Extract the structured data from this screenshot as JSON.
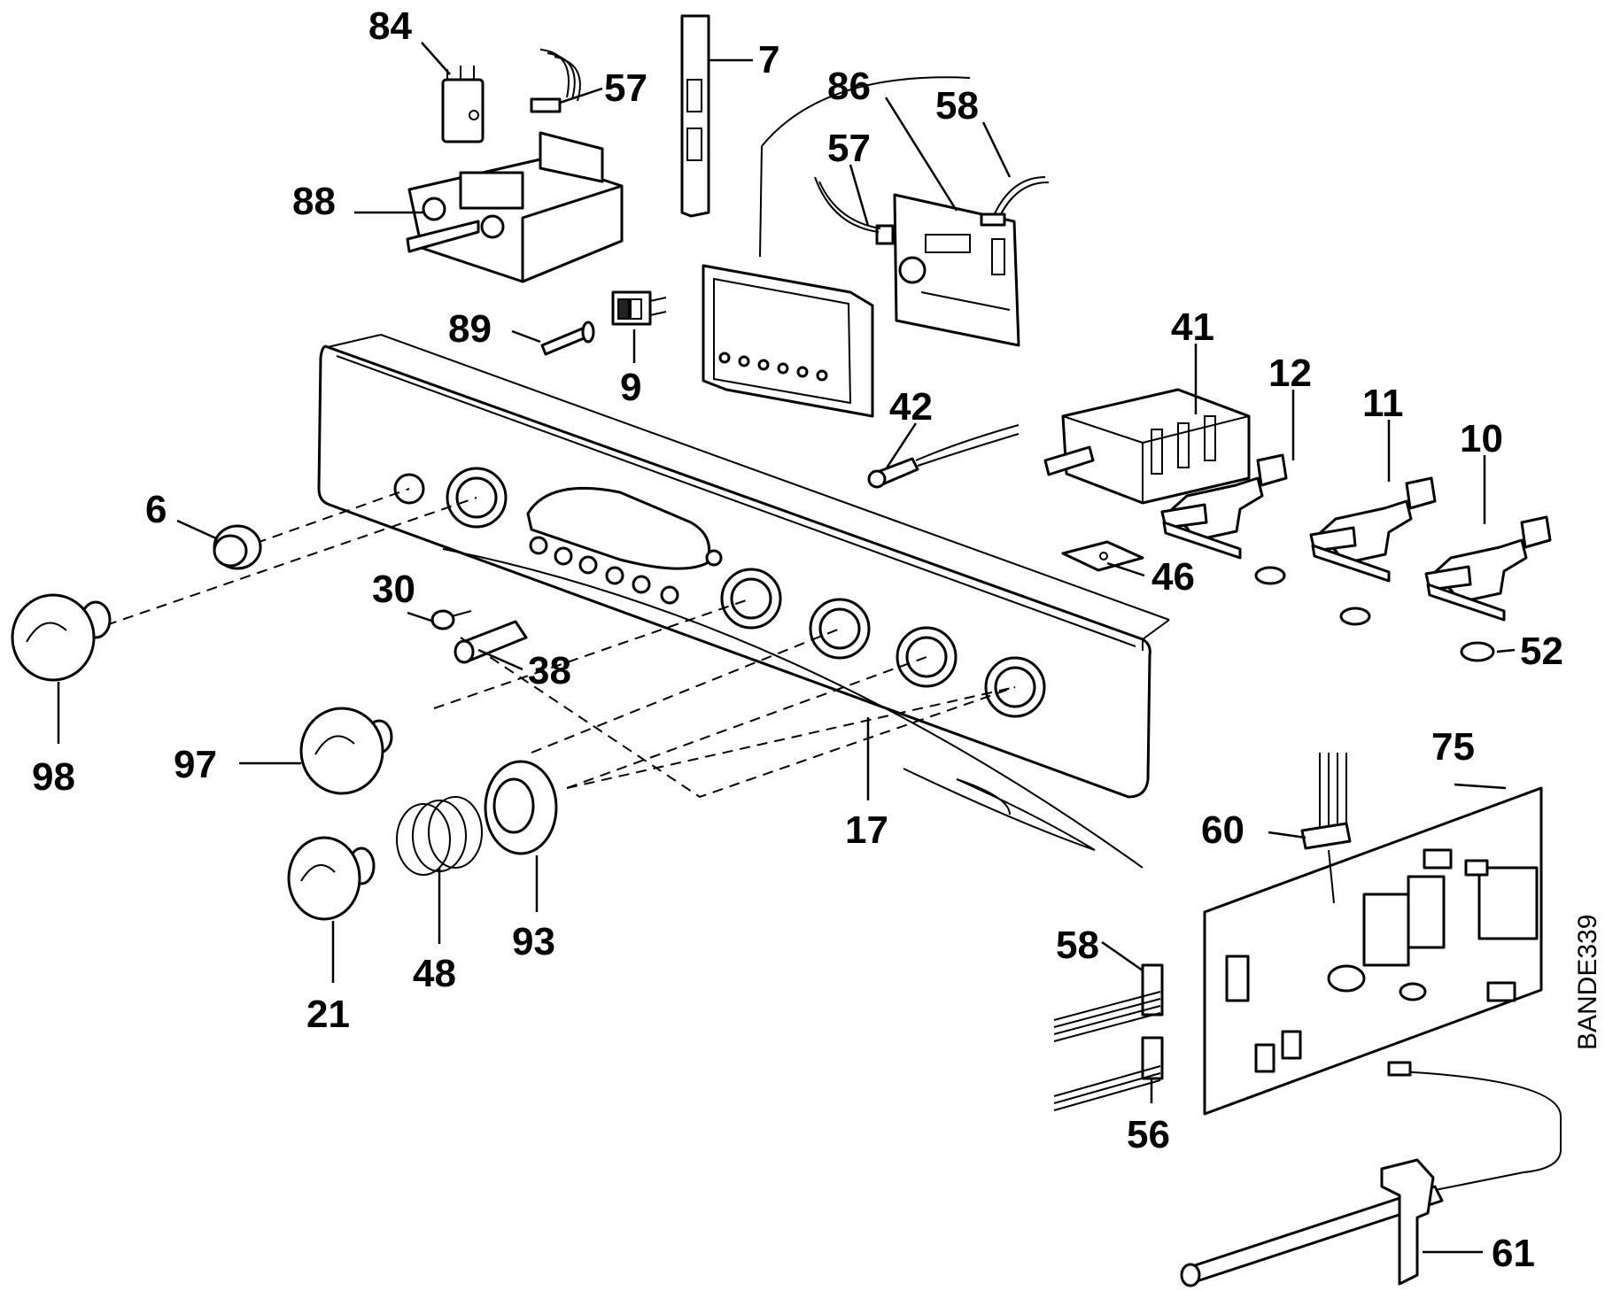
{
  "diagram": {
    "code": "BANDE339",
    "labels": {
      "l84": "84",
      "l57a": "57",
      "l7": "7",
      "l86": "86",
      "l58a": "58",
      "l57b": "57",
      "l88": "88",
      "l89": "89",
      "l9": "9",
      "l41": "41",
      "l12": "12",
      "l11": "11",
      "l10": "10",
      "l42": "42",
      "l6": "6",
      "l46": "46",
      "l30": "30",
      "l52": "52",
      "l38": "38",
      "l98": "98",
      "l75": "75",
      "l97": "97",
      "l17": "17",
      "l60": "60",
      "l93": "93",
      "l48": "48",
      "l21": "21",
      "l58b": "58",
      "l56": "56",
      "l61": "61"
    }
  }
}
